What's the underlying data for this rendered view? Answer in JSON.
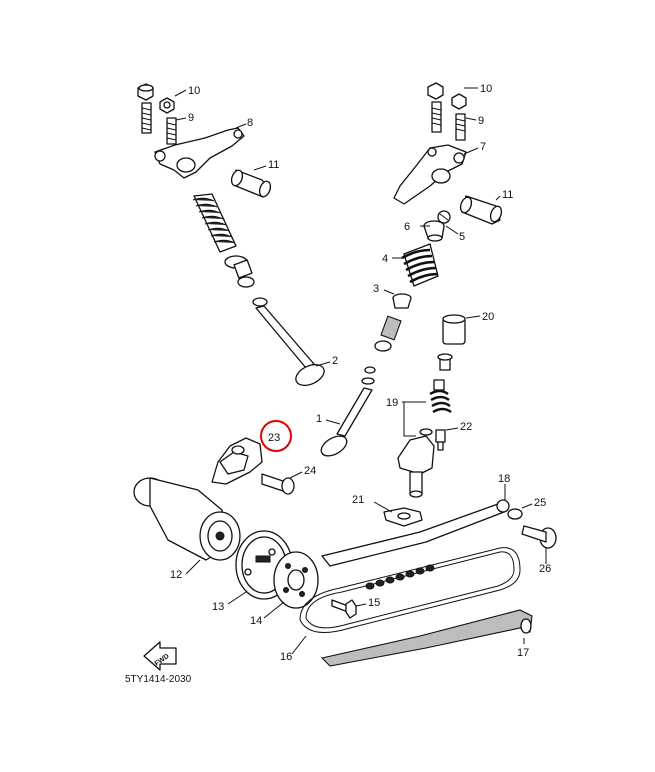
{
  "diagram": {
    "title": "",
    "drawing_code": "5TY1414-2030",
    "fwd_label": "FWD",
    "highlight_color": "#e00000",
    "highlighted_part": "23",
    "part_labels": {
      "p1": "1",
      "p2": "2",
      "p3": "3",
      "p4": "4",
      "p5": "5",
      "p6": "6",
      "p7": "7",
      "p8": "8",
      "p9a": "9",
      "p9b": "9",
      "p10a": "10",
      "p10b": "10",
      "p11a": "11",
      "p11b": "11",
      "p12": "12",
      "p13": "13",
      "p14": "14",
      "p15": "15",
      "p16": "16",
      "p17": "17",
      "p18": "18",
      "p19": "19",
      "p20": "20",
      "p21": "21",
      "p22": "22",
      "p23": "23",
      "p24": "24",
      "p25": "25",
      "p26": "26"
    }
  }
}
